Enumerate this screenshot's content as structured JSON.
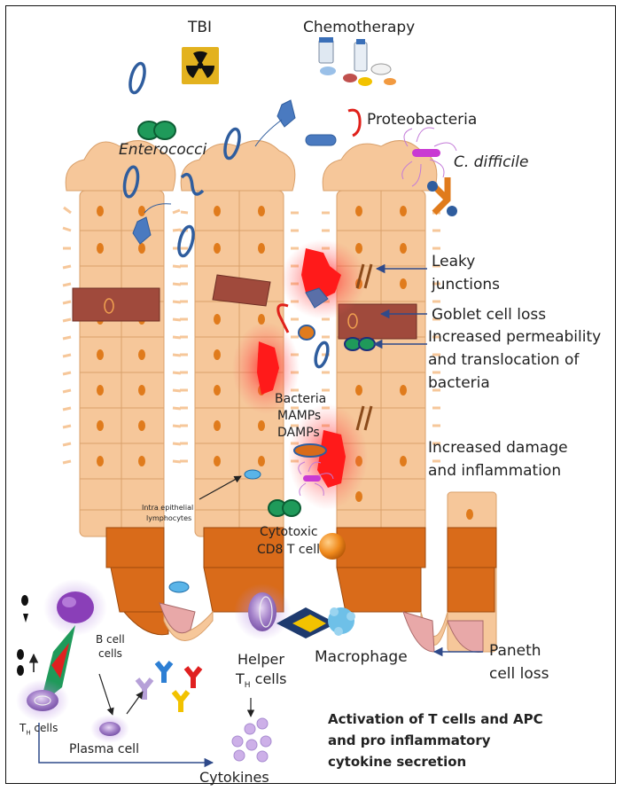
{
  "labels": {
    "tbi": "TBI",
    "chemotherapy": "Chemotherapy",
    "proteobacteria": "Proteobacteria",
    "enterococci": "Enterococci",
    "c_difficile": "C. difficile",
    "leaky_1": "Leaky",
    "leaky_2": "junctions",
    "goblet": "Goblet cell loss",
    "perm_1": "Increased permeability",
    "perm_2": "and translocation of",
    "perm_3": "bacteria",
    "bacteria": "Bacteria",
    "mamps": "MAMPs",
    "damps": "DAMPs",
    "damage_1": "Increased damage",
    "damage_2": "and inflammation",
    "iel_1": "Intra epithelial",
    "iel_2": "lymphocytes",
    "cytotoxic_1": "Cytotoxic",
    "cytotoxic_2": "CD8 T cell",
    "bcell_1": "B cell",
    "bcell_2": "cells",
    "helper_1": "Helper",
    "helper_2": "T",
    "helper_sub": "H",
    "helper_3": " cells",
    "macrophage": "Macrophage",
    "paneth_1": "Paneth",
    "paneth_2": "cell loss",
    "th_t": "T",
    "th_sub": "H",
    "th_rest": " cells",
    "plasma": "Plasma cell",
    "cytokines": "Cytokines",
    "activation_1": "Activation of T cells and APC",
    "activation_2": "and pro inflammatory",
    "activation_3": "cytokine secretion"
  },
  "colors": {
    "epithelium": "#f6c79a",
    "nucleus": "#e07b1c",
    "crypt": "#d96b1a",
    "goblet": "#a04a3c",
    "bacteria_outline": "#2f5d9e",
    "inflammation": "#ff1a1a",
    "arrow": "#2f4a8a"
  }
}
